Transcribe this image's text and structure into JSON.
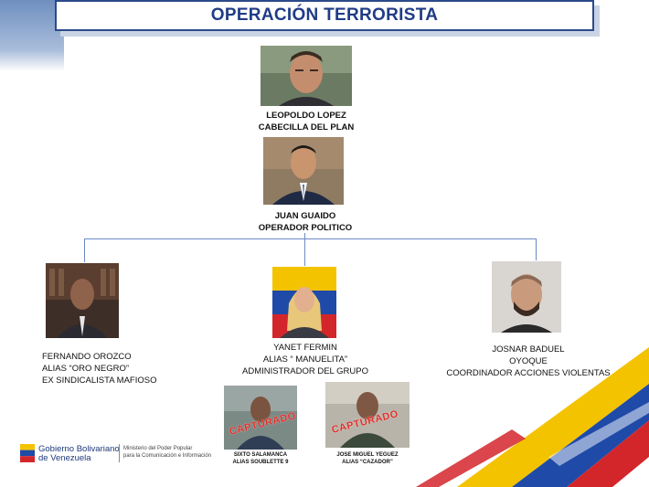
{
  "title": "OPERACIÓN TERRORISTA",
  "leader": {
    "name": "LEOPOLDO  LOPEZ",
    "role": "CABECILLA DEL PLAN"
  },
  "operator": {
    "name": "JUAN GUAIDO",
    "role": "OPERADOR POLITICO"
  },
  "members": [
    {
      "line1": "FERNANDO OROZCO",
      "line2": "ALIAS “ORO NEGRO”",
      "line3": "EX SINDICALISTA MAFIOSO"
    },
    {
      "line1": "YANET FERMIN",
      "line2": "ALIAS “ MANUELITA”",
      "line3": "ADMINISTRADOR DEL GRUPO"
    },
    {
      "line1": "JOSNAR BADUEL",
      "line2": "OYOQUE",
      "line3": "COORDINADOR ACCIONES VIOLENTAS"
    }
  ],
  "captured": [
    {
      "stamp": "CAPTURADO",
      "line1": "SIXTO SALAMANCA",
      "line2": "ALIAS SOUBLETTE 9"
    },
    {
      "stamp": "CAPTURADO",
      "line1": "JOSE MIGUEL YEGUEZ",
      "line2": "ALIAS “CAZADOR”"
    }
  ],
  "footer": {
    "logo_line1": "Gobierno Bolivariano",
    "logo_line2": "de Venezuela",
    "ministry_line1": "Ministerio del Poder Popular",
    "ministry_line2": "para la Comunicación e Información"
  },
  "colors": {
    "title": "#1f3c86",
    "connector": "#6b8ac4",
    "stamp": "#e0302a",
    "flag_yellow": "#f4c300",
    "flag_blue": "#1f4aa8",
    "flag_red": "#d3262b"
  },
  "icons": [
    "portrait-photo",
    "venezuela-flag-icon"
  ]
}
